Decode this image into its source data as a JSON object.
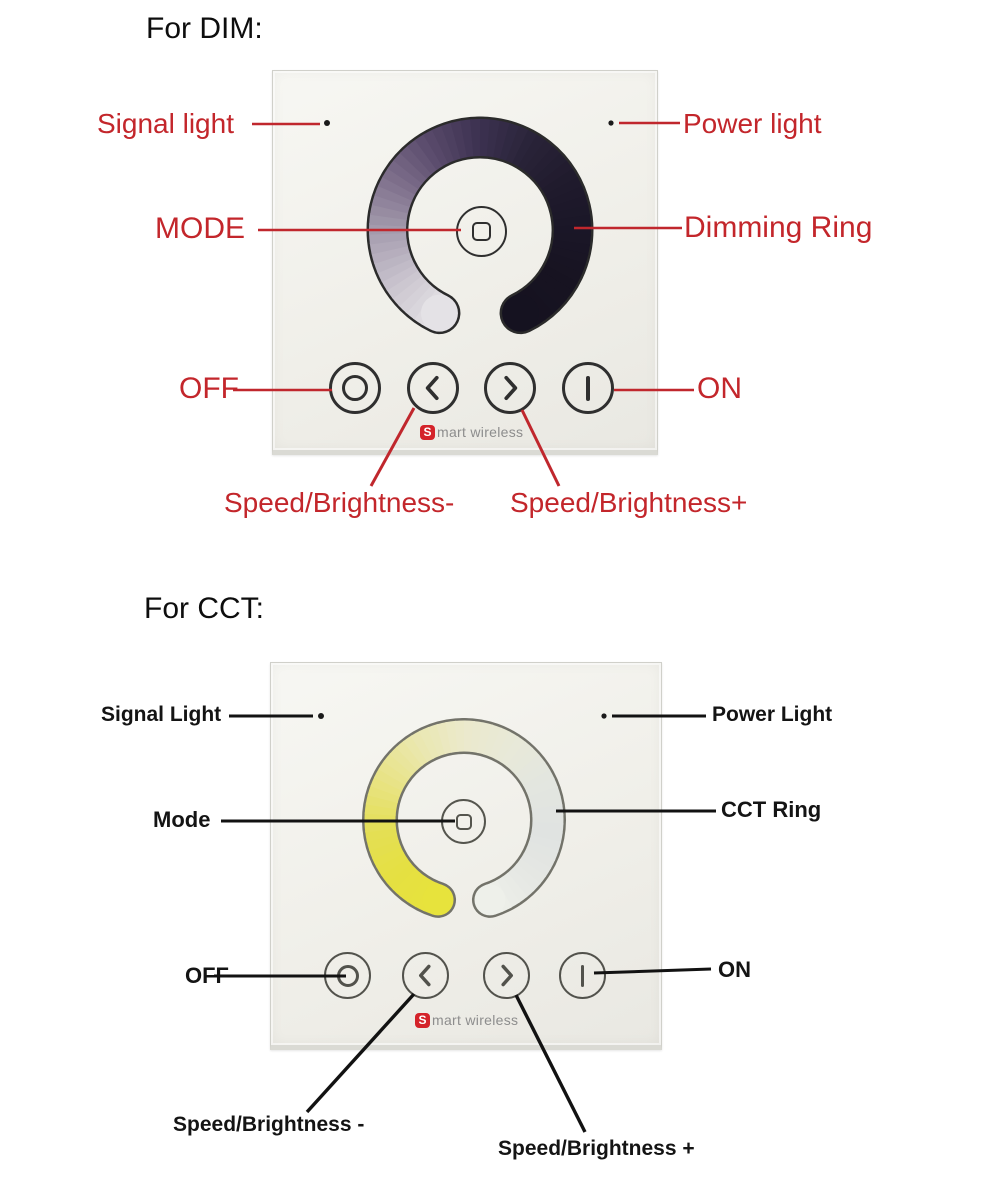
{
  "colors": {
    "annotation_red": "#c3262b",
    "annotation_black": "#141414",
    "logo_red": "#d4232a",
    "logo_gray": "#8d8d8d",
    "dim_ring_outline": "#2b2b2b",
    "cct_ring_outline": "#73736a"
  },
  "dim": {
    "heading": "For DIM:",
    "labels": {
      "signal_light": "Signal light",
      "power_light": "Power light",
      "mode": "MODE",
      "ring": "Dimming Ring",
      "off": "OFF",
      "on": "ON",
      "speed_minus": "Speed/Brightness-",
      "speed_plus": "Speed/Brightness+"
    },
    "panel": {
      "logo_s": "S",
      "logo_text": "mart wireless",
      "ring_colors": [
        "#e4e2e6",
        "#cac4ce",
        "#a79fb0",
        "#80718d",
        "#594a6b",
        "#3b3150",
        "#292338",
        "#1f1a2c",
        "#1a1626",
        "#171321",
        "#151220"
      ],
      "buttons": [
        {
          "icon": "power-off-icon"
        },
        {
          "icon": "chevron-left-icon"
        },
        {
          "icon": "chevron-right-icon"
        },
        {
          "icon": "power-on-icon"
        }
      ]
    }
  },
  "cct": {
    "heading": "For CCT:",
    "labels": {
      "signal_light": "Signal Light",
      "power_light": "Power Light",
      "mode": "Mode",
      "ring": "CCT Ring",
      "off": "OFF",
      "on": "ON",
      "speed_minus": "Speed/Brightness -",
      "speed_plus": "Speed/Brightness +"
    },
    "panel": {
      "logo_s": "S",
      "logo_text": "mart wireless",
      "ring_colors": [
        "#e7e33c",
        "#e5e041",
        "#e4df55",
        "#e8e383",
        "#eae7ae",
        "#ebe9cc",
        "#e8e9d8",
        "#e3e6e0",
        "#e0e3e1",
        "#e5e7e3",
        "#eef0ea"
      ],
      "buttons": [
        {
          "icon": "power-off-icon"
        },
        {
          "icon": "chevron-left-icon"
        },
        {
          "icon": "chevron-right-icon"
        },
        {
          "icon": "power-on-icon"
        }
      ]
    }
  }
}
